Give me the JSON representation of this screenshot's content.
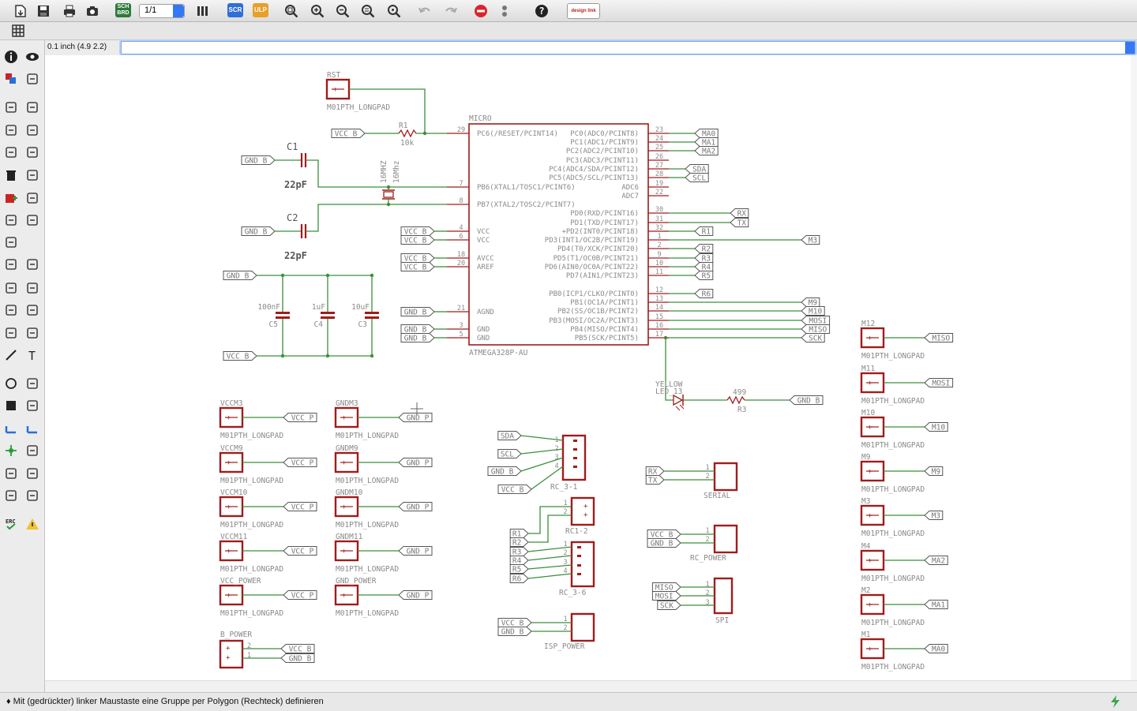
{
  "toolbar": {
    "page_value": "1/1",
    "sch_brd_label": "SCH\nBRD",
    "scr_label": "SCR",
    "ulp_label": "ULP",
    "design_link_label": "design link"
  },
  "coordinate_readout": "0.1 inch (4.9 2.2)",
  "command_value": "",
  "status_text": "♦ Mit (gedrückter) linker Maustaste eine Gruppe per Polygon (Rechteck) definieren",
  "colors": {
    "wire": "#3a8f3a",
    "part": "#a01c1c",
    "text": "#8a8a8a",
    "label": "#555555"
  },
  "schematic": {
    "micro": {
      "name": "MICRO",
      "value": "ATMEGA328P-AU",
      "left_pins": [
        {
          "num": "29",
          "name": "PC6(/RESET/PCINT14)"
        },
        {
          "num": "7",
          "name": "PB6(XTAL1/TOSC1/PCINT6)"
        },
        {
          "num": "8",
          "name": "PB7(XTAL2/TOSC2/PCINT7)"
        },
        {
          "num": "4",
          "name": "VCC"
        },
        {
          "num": "6",
          "name": "VCC"
        },
        {
          "num": "18",
          "name": "AVCC"
        },
        {
          "num": "20",
          "name": "AREF"
        },
        {
          "num": "21",
          "name": "AGND"
        },
        {
          "num": "3",
          "name": "GND"
        },
        {
          "num": "5",
          "name": "GND"
        }
      ],
      "right_pins": [
        {
          "num": "23",
          "name": "PC0(ADC0/PCINT8)"
        },
        {
          "num": "24",
          "name": "PC1(ADC1/PCINT9)"
        },
        {
          "num": "25",
          "name": "PC2(ADC2/PCINT10)"
        },
        {
          "num": "26",
          "name": "PC3(ADC3/PCINT11)"
        },
        {
          "num": "27",
          "name": "PC4(ADC4/SDA/PCINT12)"
        },
        {
          "num": "28",
          "name": "PC5(ADC5/SCL/PCINT13)"
        },
        {
          "num": "19",
          "name": "ADC6"
        },
        {
          "num": "22",
          "name": "ADC7"
        },
        {
          "num": "30",
          "name": "PD0(RXD/PCINT16)"
        },
        {
          "num": "31",
          "name": "PD1(TXD/PCINT17)"
        },
        {
          "num": "32",
          "name": "+PD2(INT0/PCINT18)"
        },
        {
          "num": "1",
          "name": "PD3(INT1/OC2B/PCINT19)"
        },
        {
          "num": "2",
          "name": "PD4(T0/XCK/PCINT20)"
        },
        {
          "num": "9",
          "name": "PD5(T1/OC0B/PCINT21)"
        },
        {
          "num": "10",
          "name": "PD6(AIN0/OC0A/PCINT22)"
        },
        {
          "num": "11",
          "name": "PD7(AIN1/PCINT23)"
        },
        {
          "num": "12",
          "name": "PB0(ICP1/CLKO/PCINT0)"
        },
        {
          "num": "13",
          "name": "PB1(OC1A/PCINT1)"
        },
        {
          "num": "14",
          "name": "PB2(SS/OC1B/PCINT2)"
        },
        {
          "num": "15",
          "name": "PB3(MOSI/OC2A/PCINT3)"
        },
        {
          "num": "16",
          "name": "PB4(MISO/PCINT4)"
        },
        {
          "num": "17",
          "name": "PB5(SCK/PCINT5)"
        }
      ],
      "right_labels": [
        "MA0",
        "MA1",
        "MA2",
        "",
        "SDA",
        "SCL",
        "",
        "",
        "RX",
        "TX",
        "R1",
        "M3",
        "R2",
        "R3",
        "R4",
        "R5",
        "R6",
        "M9",
        "M10",
        "MOSI",
        "MISO",
        "SCK"
      ]
    },
    "rst": {
      "name": "RST",
      "value": "M01PTH_LONGPAD"
    },
    "r1": {
      "name": "R1",
      "value": "10k"
    },
    "vcc_b": "VCC_B",
    "gnd_b": "GND_B",
    "c1": {
      "name": "C1",
      "value": "22pF"
    },
    "c2": {
      "name": "C2",
      "value": "22pF"
    },
    "crystal": {
      "name": "16MHZ",
      "value": "16Mhz"
    },
    "caps": [
      {
        "name": "C5",
        "value": "100nF"
      },
      {
        "name": "C4",
        "value": "1uF"
      },
      {
        "name": "C3",
        "value": "10uF"
      }
    ],
    "led": {
      "name": "LED_13",
      "value": "YELLOW"
    },
    "r3": {
      "name": "R3",
      "value": "499"
    },
    "pad_value": "M01PTH_LONGPAD",
    "vcc_pads": [
      {
        "name": "VCCM3",
        "label": "VCC_P"
      },
      {
        "name": "VCCM9",
        "label": "VCC_P"
      },
      {
        "name": "VCCM10",
        "label": "VCC_P"
      },
      {
        "name": "VCCM11",
        "label": "VCC_P"
      },
      {
        "name": "VCC_POWER",
        "label": "VCC_P"
      }
    ],
    "gnd_pads": [
      {
        "name": "GNDM3",
        "label": "GND_P"
      },
      {
        "name": "GNDM9",
        "label": "GND_P"
      },
      {
        "name": "GNDM10",
        "label": "GND_P"
      },
      {
        "name": "GNDM11",
        "label": "GND_P"
      },
      {
        "name": "GND_POWER",
        "label": "GND_P"
      }
    ],
    "b_power": {
      "name": "B_POWER",
      "labels": [
        "VCC_B",
        "GND_B"
      ]
    },
    "right_pads": [
      {
        "name": "M12",
        "label": "MISO"
      },
      {
        "name": "M11",
        "label": "MOSI"
      },
      {
        "name": "M10",
        "label": "M10"
      },
      {
        "name": "M9",
        "label": "M9"
      },
      {
        "name": "M3",
        "label": "M3"
      },
      {
        "name": "M4",
        "label": "MA2"
      },
      {
        "name": "M2",
        "label": "MA1"
      },
      {
        "name": "M1",
        "label": "MA0"
      }
    ],
    "rc3_1": {
      "name": "RC_3-1",
      "labels": [
        "SDA",
        "SCL",
        "GND_B",
        "VCC_B"
      ]
    },
    "rc1_2": {
      "name": "RC1-2"
    },
    "rc3_6": {
      "name": "RC_3-6",
      "labels": [
        "R1",
        "R2",
        "R3",
        "R4",
        "R5",
        "R6"
      ]
    },
    "isp_power": {
      "name": "ISP_POWER",
      "labels": [
        "VCC_B",
        "GND_B"
      ]
    },
    "serial": {
      "name": "SERIAL",
      "labels": [
        "RX",
        "TX"
      ]
    },
    "rc_power": {
      "name": "RC_POWER",
      "labels": [
        "VCC_B",
        "GND_B"
      ]
    },
    "spi": {
      "name": "SPI",
      "labels": [
        "MISO",
        "MOSI",
        "SCK"
      ]
    }
  }
}
